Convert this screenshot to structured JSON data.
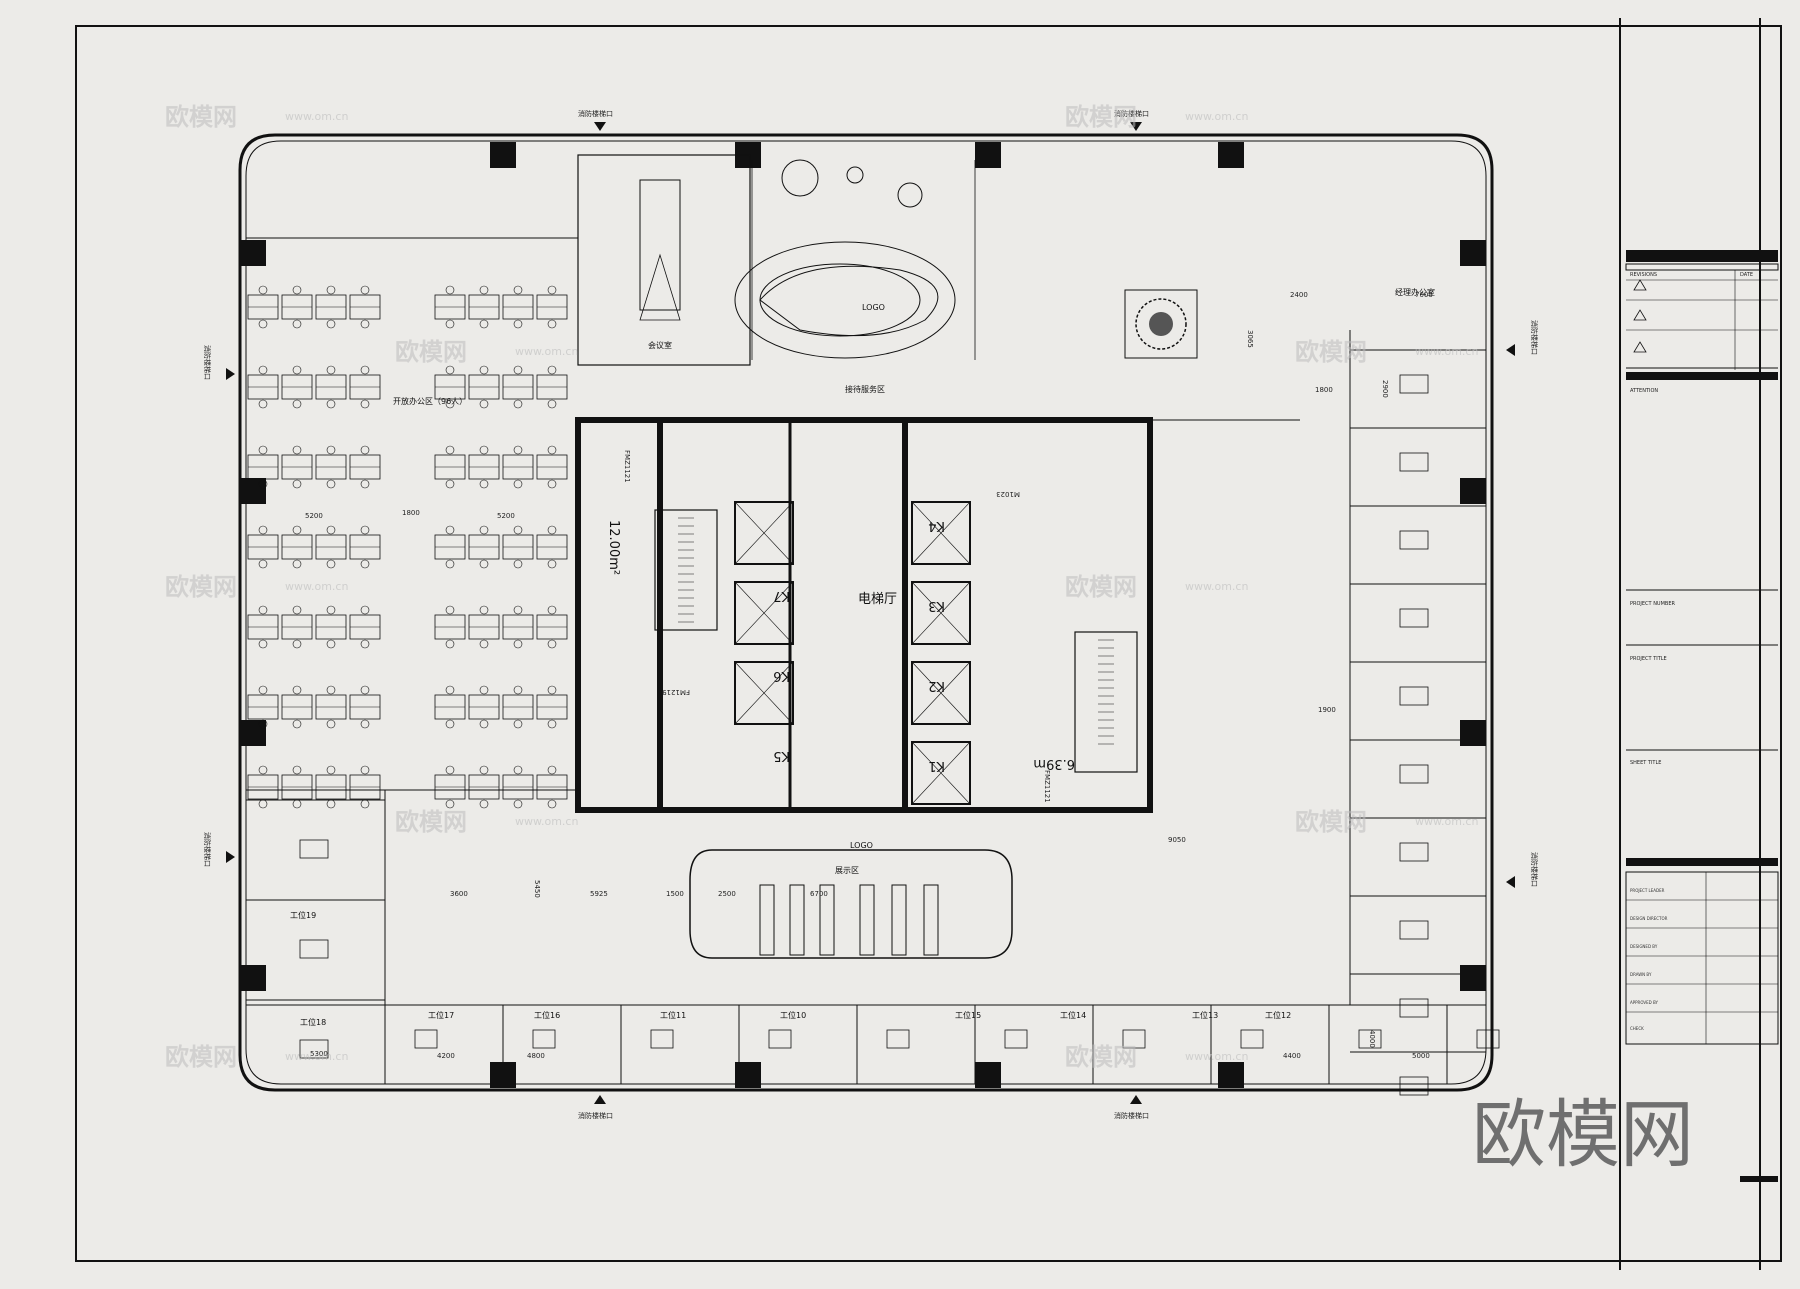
{
  "watermark": {
    "brand": "欧模网",
    "url": "www.om.cn",
    "big": "欧模网"
  },
  "title_block": {
    "revision_label": "REVISIONS",
    "date_label": "DATE",
    "attention_label": "ATTENTION",
    "project_number_label": "PROJECT NUMBER",
    "project_title_label": "PROJECT TITLE",
    "sheet_title_label": "SHEET TITLE",
    "project_leader_label": "PROJECT LEADER",
    "design_director_label": "DESIGN DIRECTOR",
    "designed_by_label": "DESIGNED BY",
    "drawn_by_label": "DRAWN BY",
    "approved_by_label": "APPROVED BY",
    "check_label": "CHECK"
  },
  "rooms": {
    "elevator_hall": "电梯厅",
    "logo_top": "LOGO",
    "logo_center": "LOGO",
    "open_office": "开放办公区（96人）",
    "meeting": "会议室",
    "reception": "接待服务区",
    "exhibit": "展示区",
    "office_18": "工位18",
    "office_19": "工位19",
    "office_17": "工位17",
    "office_16": "工位16",
    "office_15": "工位15",
    "office_14": "工位14",
    "office_13": "工位13",
    "office_12": "工位12",
    "office_11": "工位11",
    "office_10": "工位10",
    "manager": "经理办公室",
    "area_stair_1": "12.00m²",
    "area_stair_2": "6.39m",
    "door_fm1": "FM1219",
    "door_fm2": "FMZ1121",
    "door_fm3": "FMZ1121",
    "door_m": "M1023"
  },
  "elevators": [
    "K7",
    "K6",
    "K5",
    "K4",
    "K3",
    "K2",
    "K1"
  ],
  "exits": {
    "top_left": "消防楼梯口",
    "top_right": "消防楼梯口",
    "left_1": "消防楼梯口",
    "left_2": "消防楼梯口",
    "right_1": "消防楼梯口",
    "right_2": "消防楼梯口",
    "bottom_left": "消防楼梯口",
    "bottom_right": "消防楼梯口"
  },
  "dimensions": {
    "d1": "1800",
    "d2": "5200",
    "d3": "5200",
    "d4": "2400",
    "d5": "7000",
    "d6": "3065",
    "d7": "1800",
    "d8": "2900",
    "d9": "5450",
    "d10": "9050",
    "d11": "1900",
    "d12": "5300",
    "d13": "4200",
    "d14": "4800",
    "d15": "2500",
    "d16": "6700",
    "d17": "1500",
    "d18": "3600",
    "d19": "5925",
    "d20": "4000",
    "d21": "5000",
    "d22": "4400"
  }
}
